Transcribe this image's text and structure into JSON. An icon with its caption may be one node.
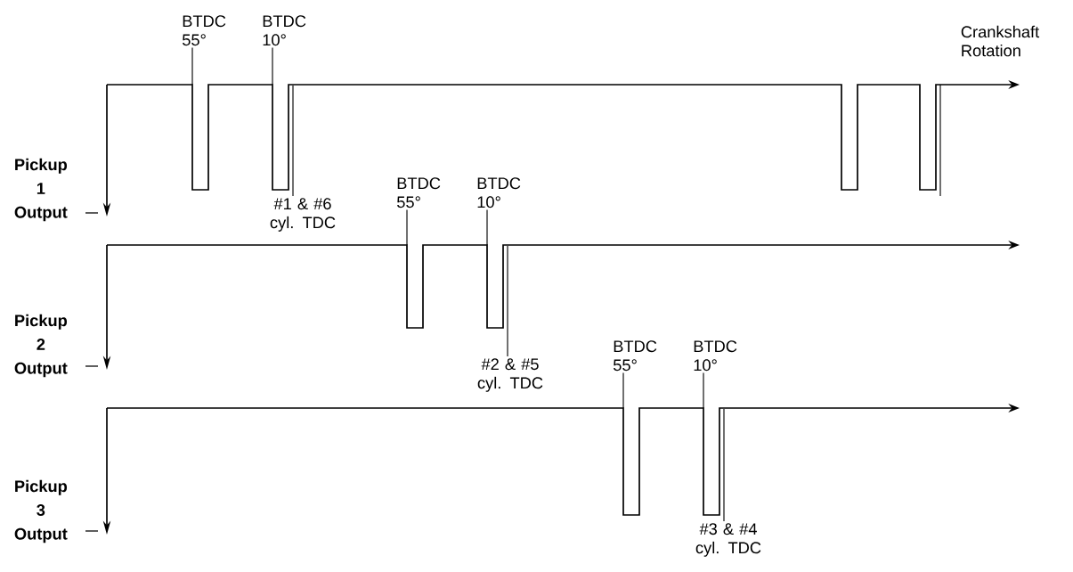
{
  "diagram": {
    "nodes": [
      {
        "text": [
          "BTDC 55°"
        ]
      },
      {
        "text": [
          "BTDC 10°"
        ]
      },
      {
        "text": [
          "#1 & #6 cyl. TDC"
        ]
      },
      {
        "text": [
          "BTDC 55°"
        ]
      },
      {
        "text": [
          "BTDC 10°"
        ]
      },
      {
        "text": [
          "#2 & #5 cyl. TDC"
        ]
      },
      {
        "text": [
          "BTDC 55°"
        ]
      },
      {
        "text": [
          "BTDC 10°"
        ]
      },
      {
        "text": [
          "#3 & #4 cyl. TDC"
        ]
      }
    ],
    "edges": [
      {
        "from": 0,
        "to": null,
        "arrow": "none"
      },
      {
        "from": 1,
        "to": null,
        "arrow": "none"
      },
      {
        "from": 2,
        "to": null,
        "arrow": "none"
      },
      {
        "from": 3,
        "to": null,
        "arrow": "none"
      },
      {
        "from": 4,
        "to": null,
        "arrow": "none"
      },
      {
        "from": 5,
        "to": null,
        "arrow": "none"
      },
      {
        "from": 6,
        "to": null,
        "arrow": "none"
      },
      {
        "from": 7,
        "to": null,
        "arrow": "none"
      },
      {
        "from": 8,
        "to": null,
        "arrow": "none"
      }
    ],
    "labels": [
      "Crankshaft Rotation",
      "Pickup 1 Output",
      "Pickup 2 Output",
      "Pickup 3 Output"
    ]
  }
}
